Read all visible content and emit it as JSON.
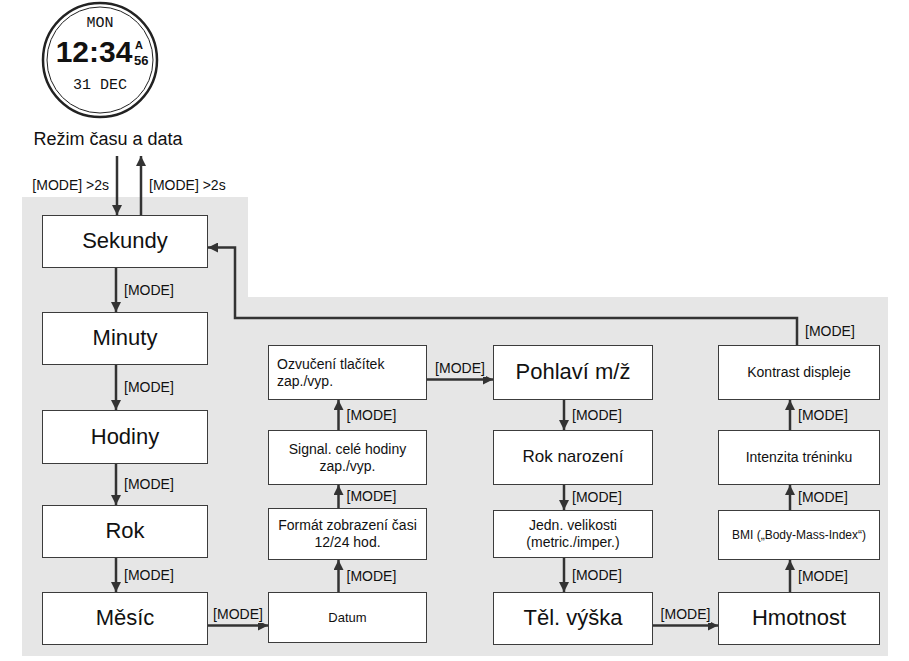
{
  "diagram": {
    "nodes": [
      {
        "text": [
          "MON",
          "12:34",
          "A",
          "56",
          "31 DEC",
          "Režim času a data"
        ]
      },
      {
        "text": [
          "Sekundy"
        ]
      },
      {
        "text": [
          "Minuty"
        ]
      },
      {
        "text": [
          "Hodiny"
        ]
      },
      {
        "text": [
          "Rok"
        ]
      },
      {
        "text": [
          "Měsíc"
        ]
      },
      {
        "text": [
          "Datum"
        ]
      },
      {
        "text": [
          "Formát zobrazení časi 12/24 hod."
        ]
      },
      {
        "text": [
          "Signal. celé hodiny zap./vyp."
        ]
      },
      {
        "text": [
          "Ozvučení tlačítek zap./vyp."
        ]
      },
      {
        "text": [
          "Pohlaví m/ž"
        ]
      },
      {
        "text": [
          "Rok narození"
        ]
      },
      {
        "text": [
          "Jedn. velikosti (metric./imper.)"
        ]
      },
      {
        "text": [
          "Těl. výška"
        ]
      },
      {
        "text": [
          "Hmotnost"
        ]
      },
      {
        "text": [
          "BMI („Body-Mass-Index“)"
        ]
      },
      {
        "text": [
          "Intenzita tréninku"
        ]
      },
      {
        "text": [
          "Kontrast displeje"
        ]
      }
    ],
    "edges": [
      {
        "from": 0,
        "to": 1,
        "arrow": "to",
        "label": "[MODE] >2s"
      },
      {
        "from": 1,
        "to": 0,
        "arrow": "to",
        "label": "[MODE] >2s"
      },
      {
        "from": 1,
        "to": 2,
        "arrow": "to",
        "label": "[MODE]"
      },
      {
        "from": 2,
        "to": 3,
        "arrow": "to",
        "label": "[MODE]"
      },
      {
        "from": 3,
        "to": 4,
        "arrow": "to",
        "label": "[MODE]"
      },
      {
        "from": 4,
        "to": 5,
        "arrow": "to",
        "label": "[MODE]"
      },
      {
        "from": 5,
        "to": 6,
        "arrow": "to",
        "label": "[MODE]"
      },
      {
        "from": 6,
        "to": 7,
        "arrow": "to",
        "label": "[MODE]"
      },
      {
        "from": 7,
        "to": 8,
        "arrow": "to",
        "label": "[MODE]"
      },
      {
        "from": 8,
        "to": 9,
        "arrow": "to",
        "label": "[MODE]"
      },
      {
        "from": 9,
        "to": 10,
        "arrow": "to",
        "label": "[MODE]"
      },
      {
        "from": 10,
        "to": 11,
        "arrow": "to",
        "label": "[MODE]"
      },
      {
        "from": 11,
        "to": 12,
        "arrow": "to",
        "label": "[MODE]"
      },
      {
        "from": 12,
        "to": 13,
        "arrow": "to",
        "label": "[MODE]"
      },
      {
        "from": 13,
        "to": 14,
        "arrow": "to",
        "label": "[MODE]"
      },
      {
        "from": 14,
        "to": 15,
        "arrow": "to",
        "label": "[MODE]"
      },
      {
        "from": 15,
        "to": 16,
        "arrow": "to",
        "label": "[MODE]"
      },
      {
        "from": 16,
        "to": 17,
        "arrow": "to",
        "label": "[MODE]"
      },
      {
        "from": 17,
        "to": 1,
        "arrow": "to",
        "label": "[MODE]"
      }
    ]
  }
}
